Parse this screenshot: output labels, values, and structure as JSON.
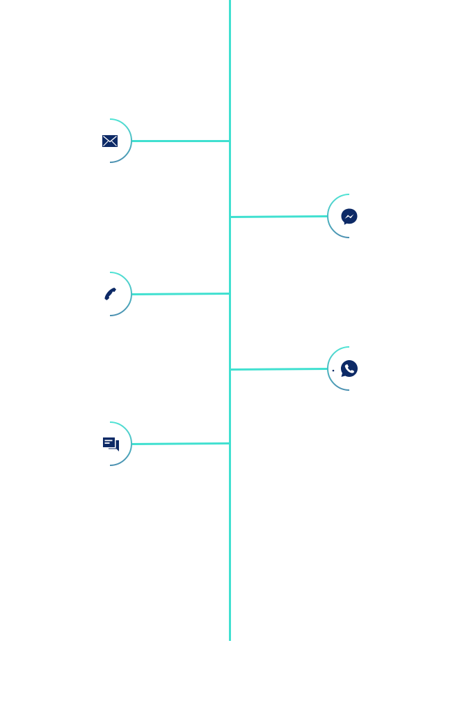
{
  "colors": {
    "background": "#ffffff",
    "connector": "#40e0d0",
    "arc_top": "#4fe3d4",
    "arc_bottom": "#4a8fb0",
    "icon": "#0d2a66"
  },
  "timeline": {
    "nodes": [
      {
        "id": "email",
        "side": "left",
        "icon": "envelope-icon"
      },
      {
        "id": "messenger",
        "side": "right",
        "icon": "messenger-icon"
      },
      {
        "id": "phone",
        "side": "left",
        "icon": "phone-icon"
      },
      {
        "id": "whatsapp",
        "side": "right",
        "icon": "whatsapp-icon"
      },
      {
        "id": "chat",
        "side": "left",
        "icon": "chat-icon"
      }
    ]
  }
}
